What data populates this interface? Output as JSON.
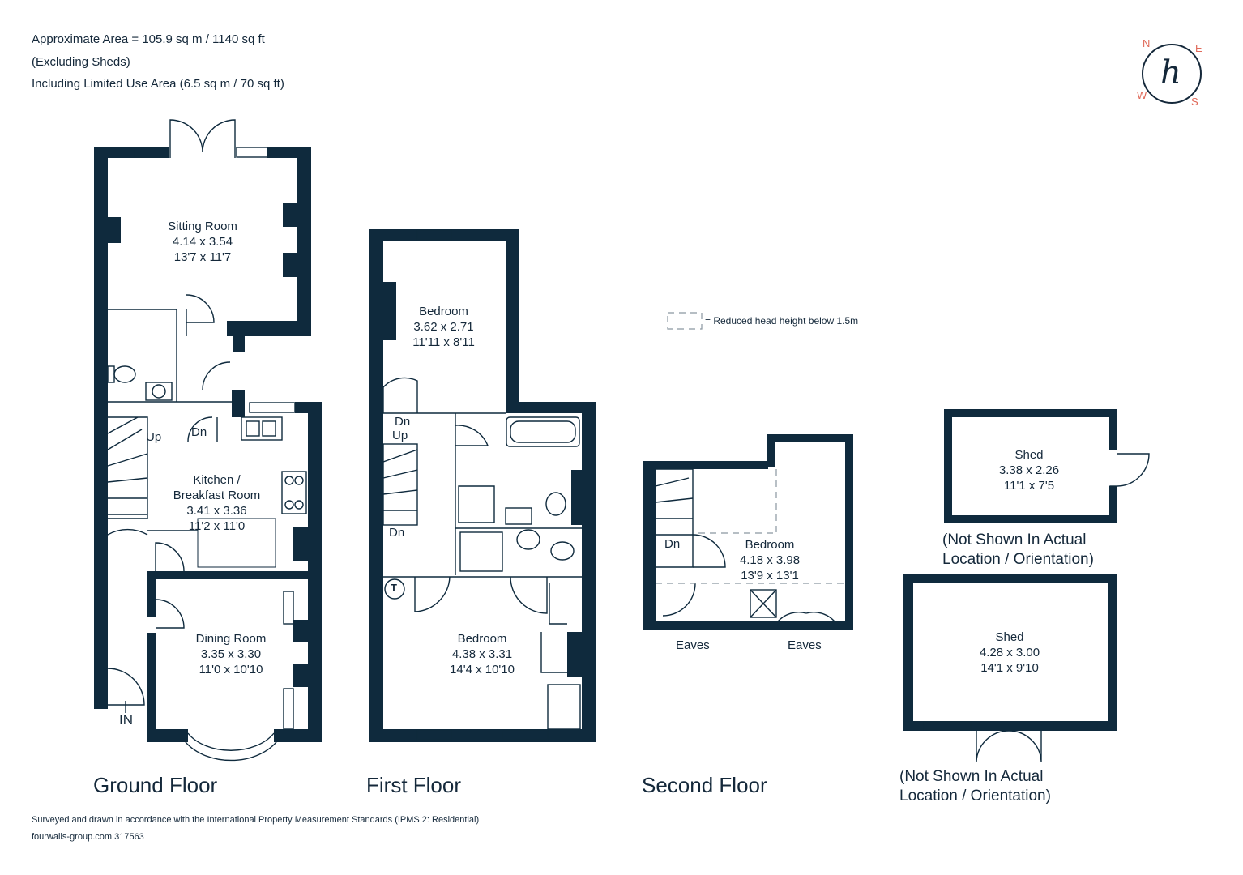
{
  "header": {
    "area": "Approximate Area = 105.9 sq m / 1140 sq ft",
    "excluding": "(Excluding Sheds)",
    "including": "Including Limited Use Area (6.5 sq m / 70 sq ft)"
  },
  "compass": {
    "n": "N",
    "e": "E",
    "s": "S",
    "w": "W",
    "logo": "h"
  },
  "legend": {
    "reduced_height": "= Reduced head height below 1.5m"
  },
  "ground_floor": {
    "title": "Ground Floor",
    "sitting_room": {
      "name": "Sitting Room",
      "metric": "4.14 x 3.54",
      "imperial": "13'7 x 11'7"
    },
    "kitchen": {
      "name_1": "Kitchen /",
      "name_2": "Breakfast Room",
      "metric": "3.41 x 3.36",
      "imperial": "11'2 x 11'0"
    },
    "dining_room": {
      "name": "Dining Room",
      "metric": "3.35 x 3.30",
      "imperial": "11'0 x 10'10"
    },
    "up": "Up",
    "dn": "Dn",
    "in": "IN"
  },
  "first_floor": {
    "title": "First Floor",
    "bedroom_rear": {
      "name": "Bedroom",
      "metric": "3.62 x 2.71",
      "imperial": "11'11 x 8'11"
    },
    "bedroom_front": {
      "name": "Bedroom",
      "metric": "4.38 x 3.31",
      "imperial": "14'4 x 10'10"
    },
    "dn_top": "Dn",
    "up": "Up",
    "dn_bottom": "Dn",
    "cylinder": "T"
  },
  "second_floor": {
    "title": "Second Floor",
    "bedroom": {
      "name": "Bedroom",
      "metric": "4.18 x 3.98",
      "imperial": "13'9 x 13'1"
    },
    "dn": "Dn",
    "eaves_left": "Eaves",
    "eaves_right": "Eaves"
  },
  "shed_small": {
    "name": "Shed",
    "metric": "3.38 x 2.26",
    "imperial": "11'1 x 7'5",
    "note_1": "(Not Shown In Actual",
    "note_2": "Location / Orientation)"
  },
  "shed_large": {
    "name": "Shed",
    "metric": "4.28 x 3.00",
    "imperial": "14'1 x 9'10",
    "note_1": "(Not Shown In Actual",
    "note_2": "Location / Orientation)"
  },
  "footer": {
    "standards": "Surveyed and drawn in accordance with the International Property Measurement Standards (IPMS 2: Residential)",
    "ref": "fourwalls-group.com 317563"
  },
  "colors": {
    "wall": "#0f2a3d",
    "accent": "#e06a5a",
    "text": "#14283a"
  }
}
